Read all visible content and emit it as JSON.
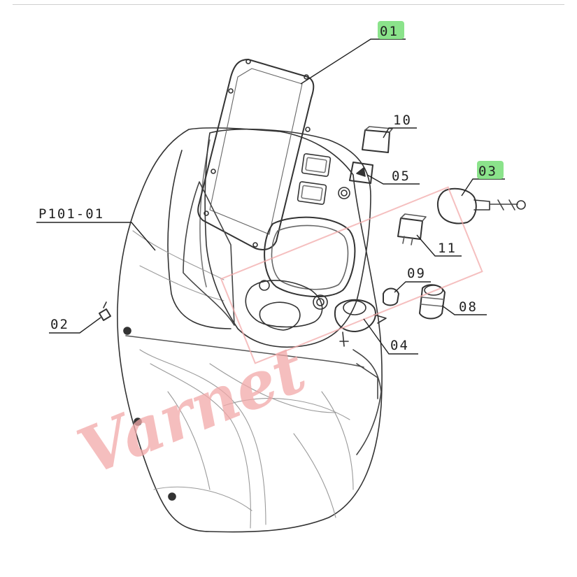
{
  "labels": {
    "p01": "01",
    "p02": "02",
    "p03": "03",
    "p04": "04",
    "p05": "05",
    "p08": "08",
    "p09": "09",
    "p10": "10",
    "p11": "11",
    "main": "P101-01"
  },
  "highlight_color": "#7ee07e",
  "line_color": "#222222",
  "watermark": {
    "text": "Varnet",
    "color": "#f2a9a9"
  }
}
